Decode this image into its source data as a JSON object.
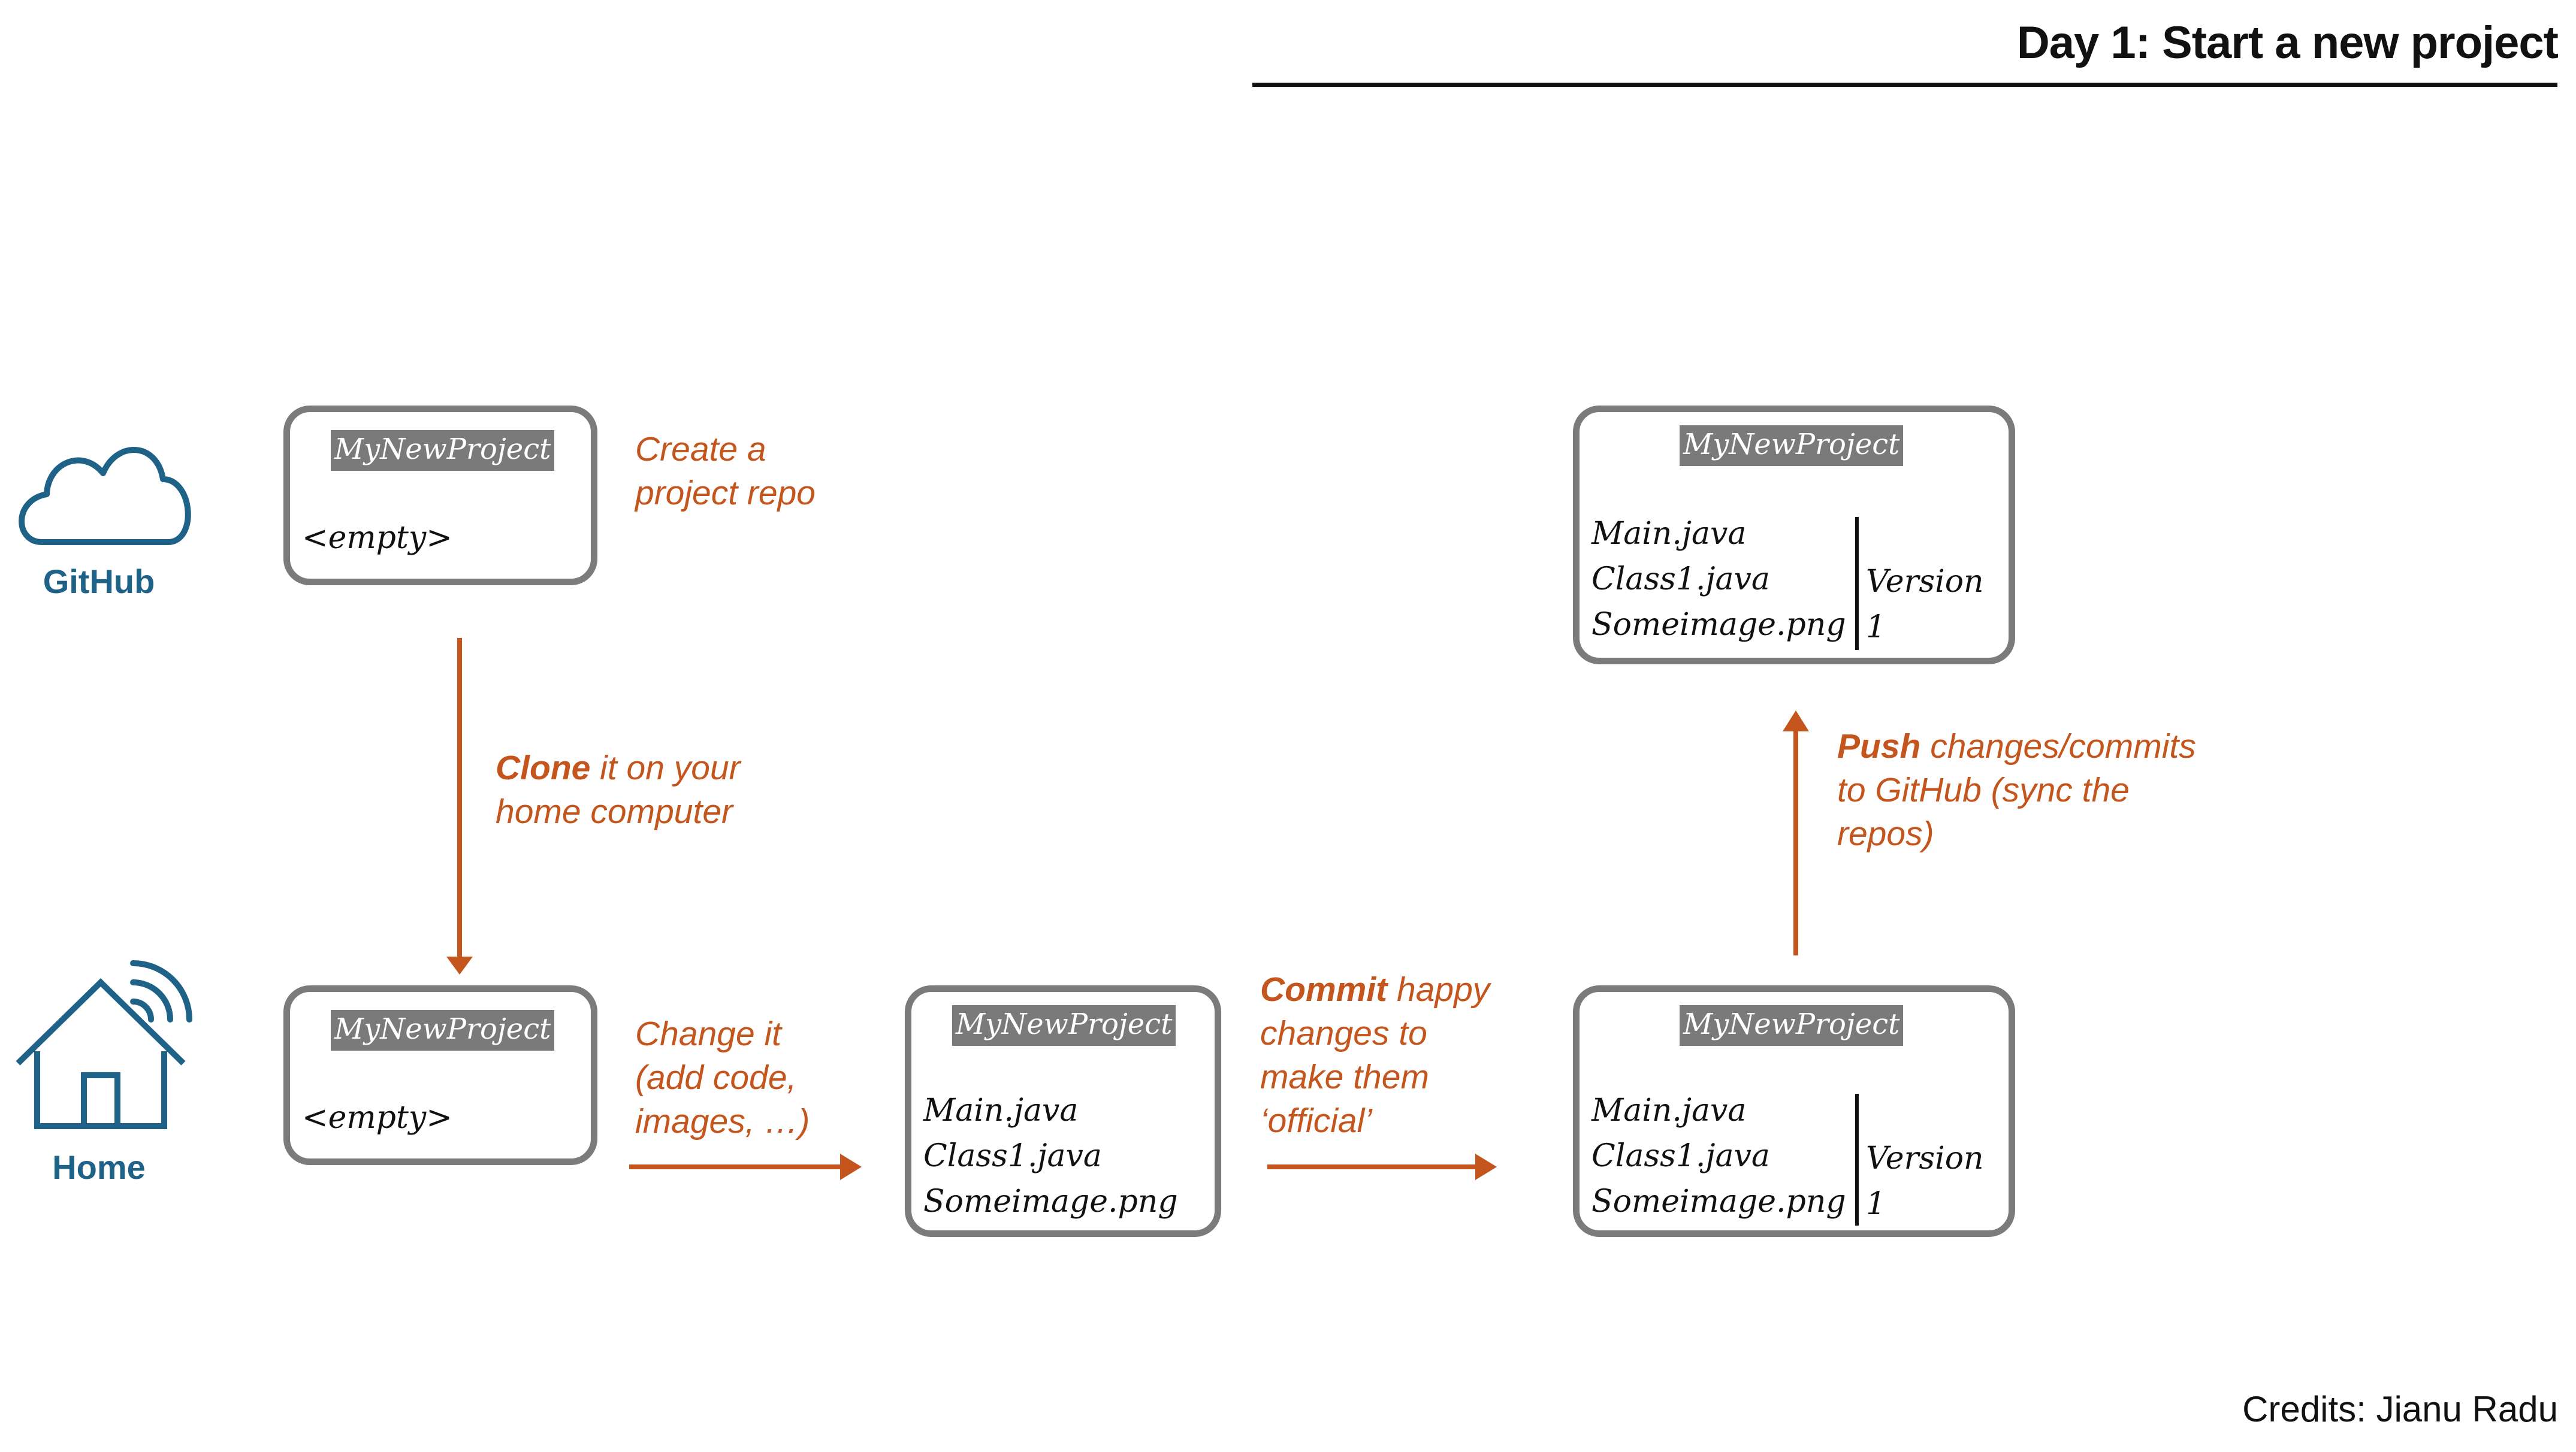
{
  "header": {
    "title": "Day 1: Start a new project"
  },
  "actors": {
    "github": {
      "label": "GitHub",
      "icon": "cloud-icon"
    },
    "home": {
      "label": "Home",
      "icon": "house-wifi-icon"
    }
  },
  "repos": {
    "github_initial": {
      "name": "MyNewProject",
      "content": "<empty>"
    },
    "home_cloned": {
      "name": "MyNewProject",
      "content": "<empty>"
    },
    "home_changed": {
      "name": "MyNewProject",
      "files": [
        "Main.java",
        "Class1.java",
        "Someimage.png"
      ]
    },
    "home_committed": {
      "name": "MyNewProject",
      "files": [
        "Main.java",
        "Class1.java",
        "Someimage.png"
      ],
      "version_label": "Version",
      "version_number": "1"
    },
    "github_pushed": {
      "name": "MyNewProject",
      "files": [
        "Main.java",
        "Class1.java",
        "Someimage.png"
      ],
      "version_label": "Version",
      "version_number": "1"
    }
  },
  "steps": {
    "create": {
      "line1": "Create a",
      "line2": "project repo"
    },
    "clone": {
      "keyword": "Clone",
      "line1_rest": " it on your",
      "line2": "home computer"
    },
    "change": {
      "line1": "Change it",
      "line2": "(add code,",
      "line3": "images, …)"
    },
    "commit": {
      "keyword": "Commit",
      "line1_rest": " happy",
      "line2": "changes to",
      "line3": "make them",
      "line4": "‘official’"
    },
    "push": {
      "keyword": "Push",
      "line1_rest": " changes/commits",
      "line2": "to GitHub (sync the",
      "line3": "repos)"
    }
  },
  "footer": {
    "credits": "Credits: Jianu Radu"
  },
  "colors": {
    "accent": "#c4551c",
    "actor": "#1f6287",
    "box_border": "#7b7b7b",
    "label_bg": "#7a7a7a"
  }
}
